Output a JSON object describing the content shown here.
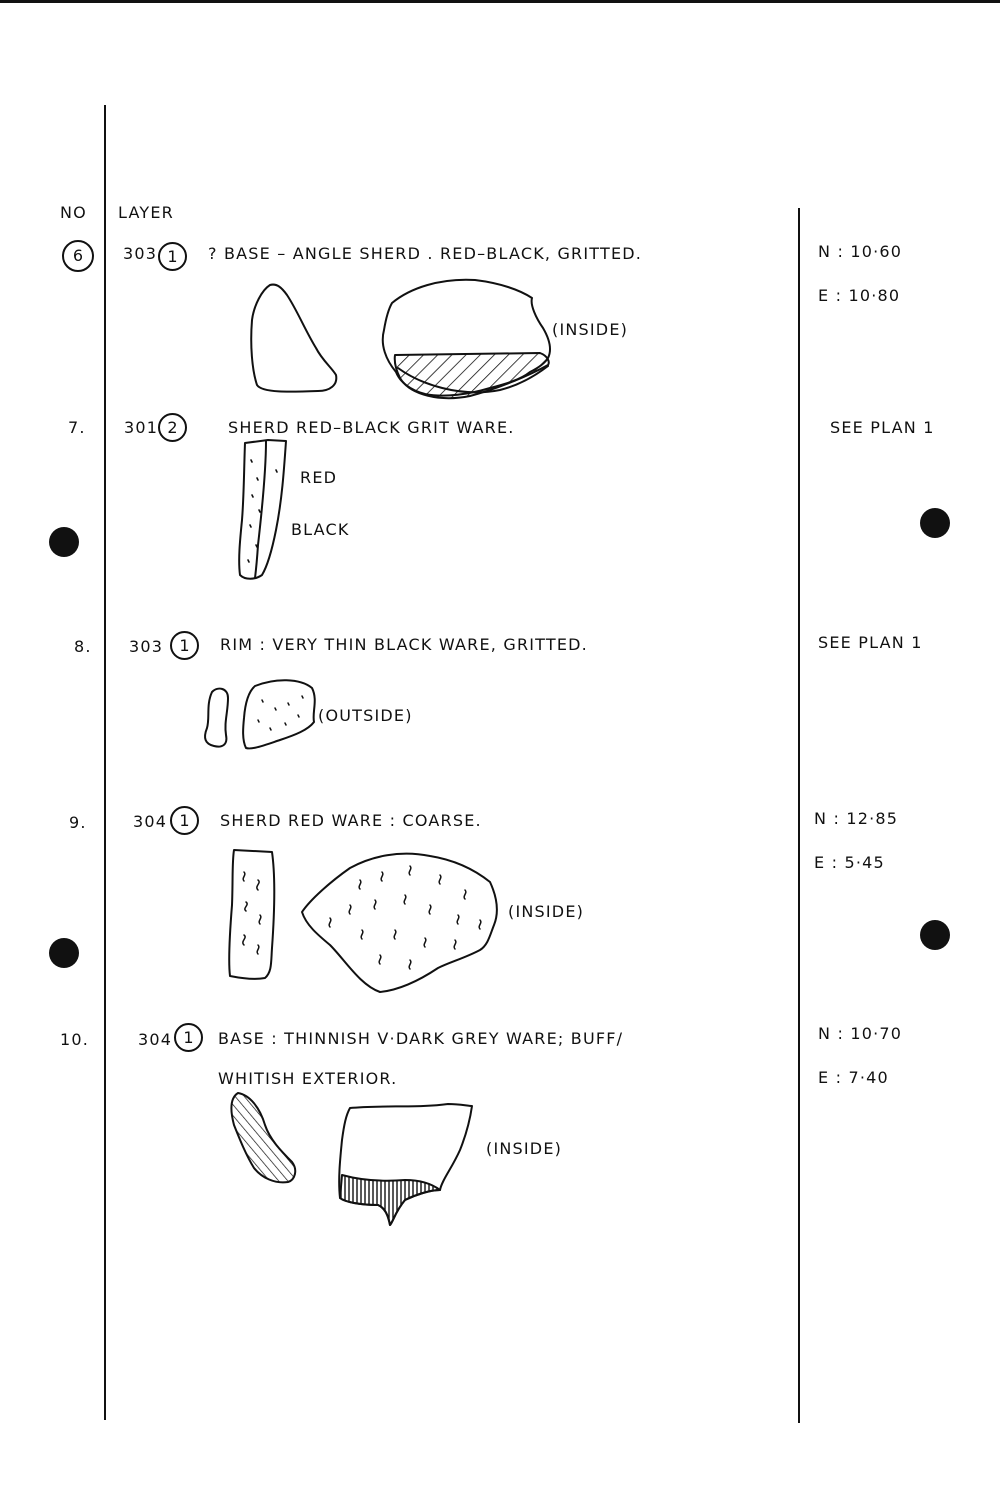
{
  "header": {
    "no_label": "NO",
    "layer_label": "LAYER"
  },
  "entries": [
    {
      "no": "6",
      "layer": "303",
      "layer_circle": "1",
      "description": "? BASE – ANGLE    SHERD .    RED–BLACK, GRITTED.",
      "annotations": [
        "(INSIDE)"
      ],
      "location": [
        "N : 10·60",
        "E : 10·80"
      ]
    },
    {
      "no": "7.",
      "layer": "301",
      "layer_circle": "2",
      "description": "SHERD  RED–BLACK GRIT WARE.",
      "annotations": [
        "RED",
        "BLACK"
      ],
      "location": [
        "SEE  PLAN  1"
      ]
    },
    {
      "no": "8.",
      "layer": "303",
      "layer_circle": "1",
      "description": "RIM : VERY THIN  BLACK  WARE, GRITTED.",
      "annotations": [
        "(OUTSIDE)"
      ],
      "location": [
        "SEE  PLAN  1"
      ]
    },
    {
      "no": "9.",
      "layer": "304",
      "layer_circle": "1",
      "description": "SHERD  RED  WARE :   COARSE.",
      "annotations": [
        "(INSIDE)"
      ],
      "location": [
        "N   :   12·85",
        "E   :    5·45"
      ]
    },
    {
      "no": "10.",
      "layer": "304",
      "layer_circle": "1",
      "description": "BASE : THINNISH  V·DARK  GREY  WARE;  BUFF/",
      "description_line2": "WHITISH  EXTERIOR.",
      "annotations": [
        "(INSIDE)"
      ],
      "location": [
        "N : 10·70",
        "E  :  7·40"
      ]
    }
  ]
}
